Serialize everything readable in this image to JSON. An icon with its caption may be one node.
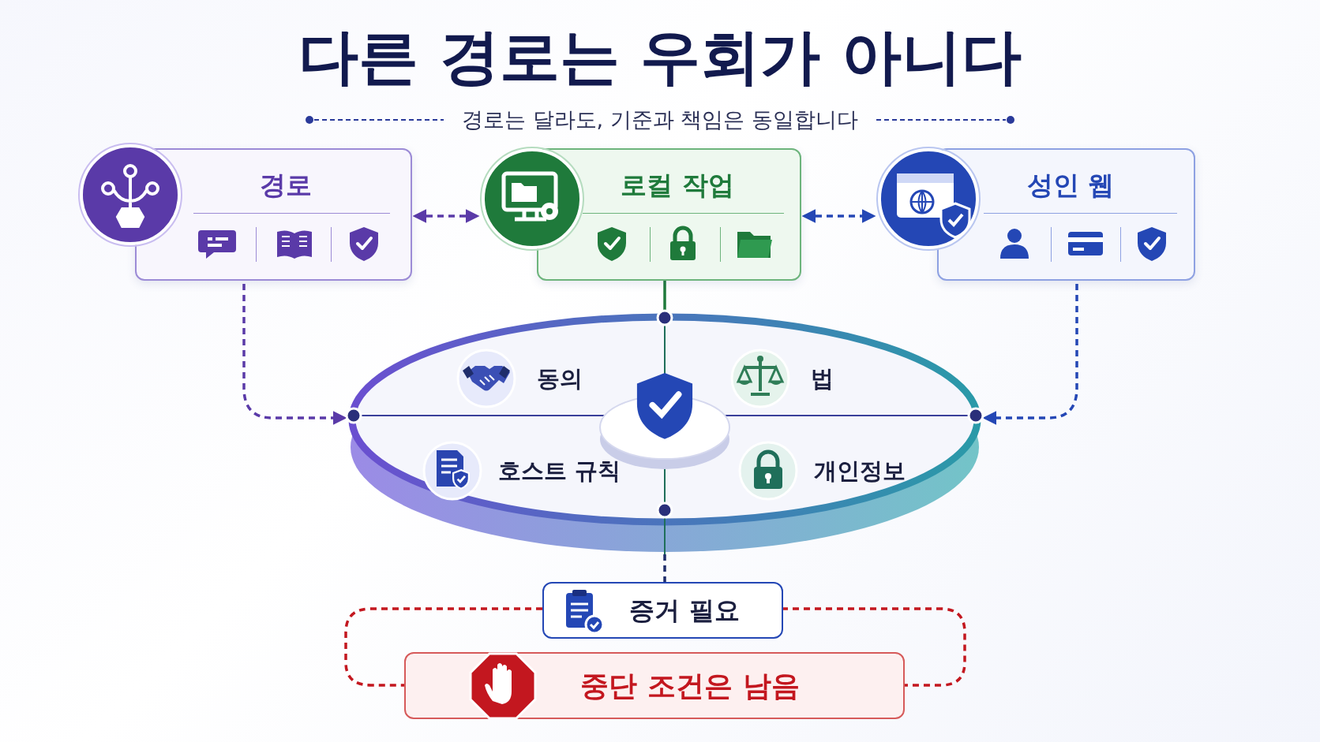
{
  "diagram": {
    "title": "다른 경로는 우회가 아니다",
    "nodes": [
      {
        "text": [
          "경로"
        ]
      },
      {
        "text": [
          "로컬 작업"
        ]
      },
      {
        "text": [
          "성인 웹"
        ]
      },
      {
        "text": [],
        "shape": "ellipse"
      },
      {
        "text": [
          "동의"
        ],
        "in": 3
      },
      {
        "text": [
          "법"
        ],
        "in": 3
      },
      {
        "text": [
          "호스트 규칙"
        ],
        "in": 3
      },
      {
        "text": [
          "개인정보"
        ],
        "in": 3
      },
      {
        "text": [
          "증거 필요"
        ]
      },
      {
        "text": [
          "중단 조건은 남음"
        ]
      }
    ],
    "edges": [
      {
        "from": 0,
        "to": 3,
        "arrow": "to",
        "style": "dashed",
        "color": "#5a3aa8"
      },
      {
        "from": 2,
        "to": 3,
        "arrow": "to",
        "style": "dashed",
        "color": "#2447b5"
      },
      {
        "from": 1,
        "to": 3,
        "arrow": "none",
        "color": "#1f7a3b"
      },
      {
        "from": 0,
        "to": 1,
        "arrow": "both",
        "style": "dashed",
        "color": "#5a3aa8"
      },
      {
        "from": 1,
        "to": 2,
        "arrow": "both",
        "style": "dashed",
        "color": "#2447b5"
      },
      {
        "from": 3,
        "to": 8,
        "arrow": "none",
        "style": "dashed",
        "color": "#1f2d6b"
      },
      {
        "from": 8,
        "to": 9,
        "arrow": "none",
        "style": "dashed",
        "color": "#c3171f"
      },
      {
        "from": 8,
        "to": 9,
        "arrow": "none",
        "style": "dashed",
        "color": "#c3171f"
      }
    ],
    "labels": [
      "경로는 달라도, 기준과 책임은 동일합니다"
    ]
  }
}
